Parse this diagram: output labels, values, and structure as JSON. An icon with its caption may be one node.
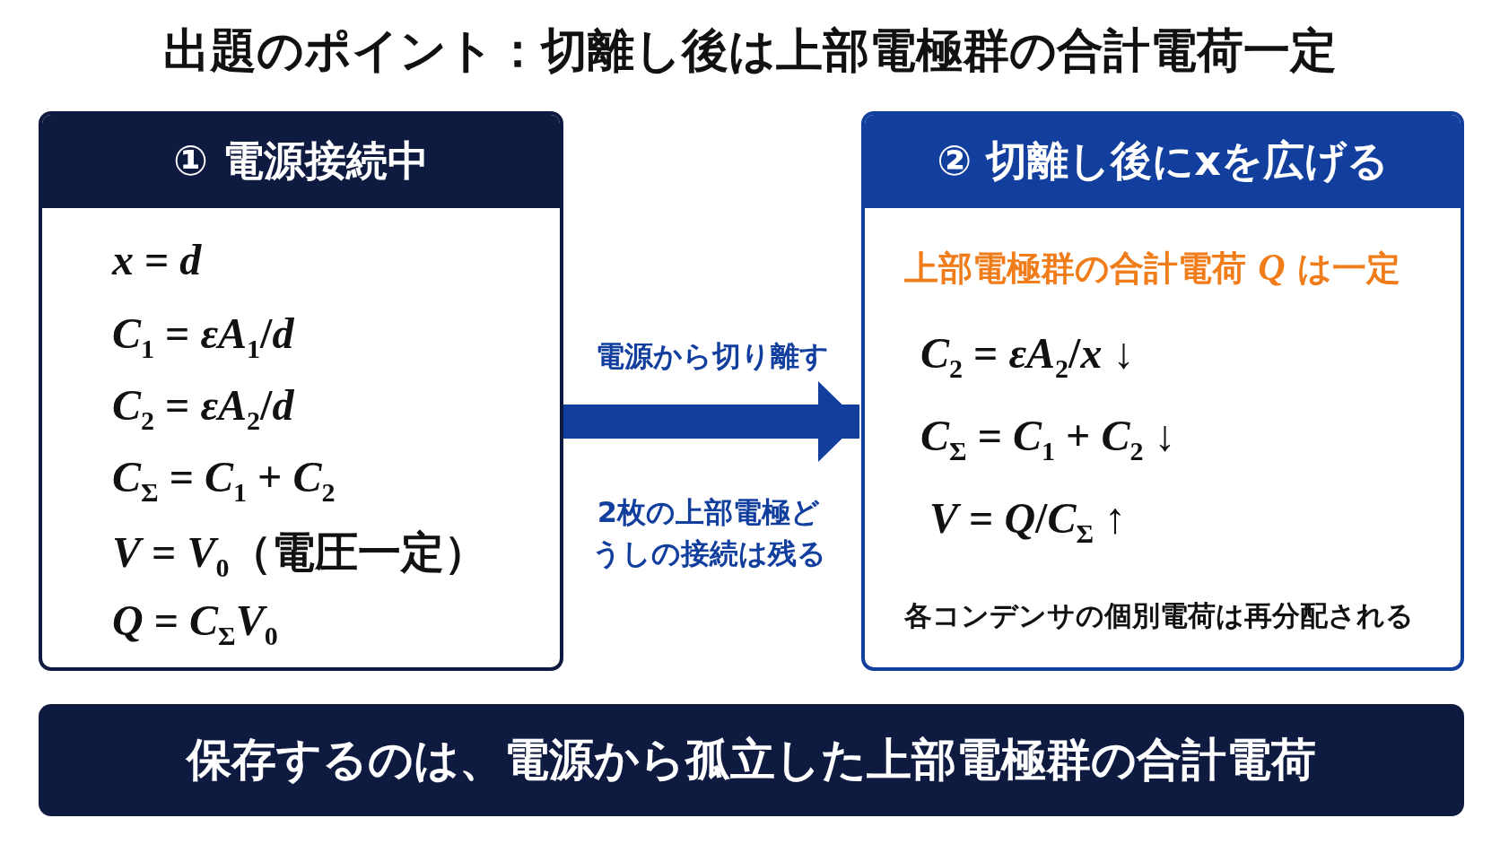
{
  "diagram": {
    "title": "出題のポイント：切離し後は上部電極群の合計電荷一定",
    "nodes": [
      {
        "text": [
          "① 電源接続中",
          "*x* = *d*",
          "*C*$_{1}$ = *εA*$_{1}$/*d*",
          "*C*$_{2}$ = *εA*$_{2}$/*d*",
          "*C*$_{Σ}$ = *C*$_{1}$ + *C*$_{2}$",
          "*V* = *V*$_{0}$（電圧一定）",
          "*Q* = *C*$_{Σ}$*V*$_{0}$"
        ]
      },
      {
        "text": [
          "② 切離し後にxを広げる",
          "上部電極群の合計電荷 *Q* は一定",
          "*C*$_{2}$ = *εA*$_{2}$/*x* ↓",
          "*C*$_{Σ}$ = *C*$_{1}$ + *C*$_{2}$ ↓",
          "*V* = *Q*/*C*$_{Σ}$ ↑",
          "各コンデンサの個別電荷は再分配される"
        ]
      },
      {
        "text": [
          "保存するのは、電源から孤立した**上部電極群の合計電荷**"
        ]
      }
    ],
    "edges": [
      {
        "from": 0,
        "to": 1,
        "arrow": "to",
        "label": "電源から切り離す"
      }
    ],
    "labels": [
      "2枚の上部電極どうしの接続は残る"
    ]
  }
}
